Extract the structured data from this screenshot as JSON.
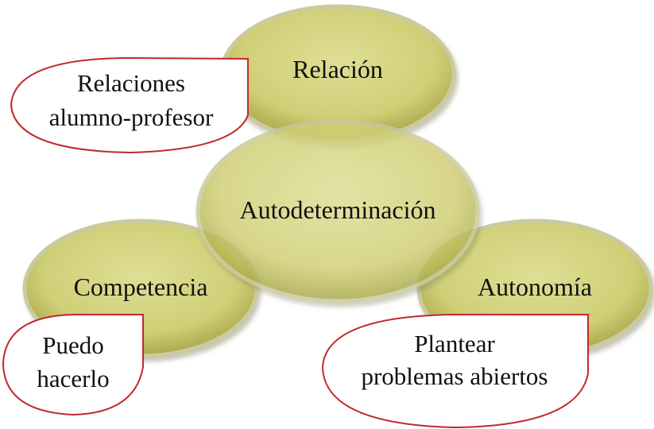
{
  "nodes": {
    "relacion": "Relación",
    "autodeterminacion": "Autodeterminación",
    "competencia": "Competencia",
    "autonomia": "Autonomía"
  },
  "callouts": {
    "relacion": [
      "Relaciones",
      "alumno-profesor"
    ],
    "competencia": [
      "Puedo",
      "hacerlo"
    ],
    "autonomia": [
      "Plantear",
      "problemas abiertos"
    ]
  },
  "colors": {
    "node_fill_center": "#d8d784",
    "node_fill_edge": "#a9a848",
    "node_stroke": "#c7c696",
    "callout_stroke": "#c0282d"
  }
}
